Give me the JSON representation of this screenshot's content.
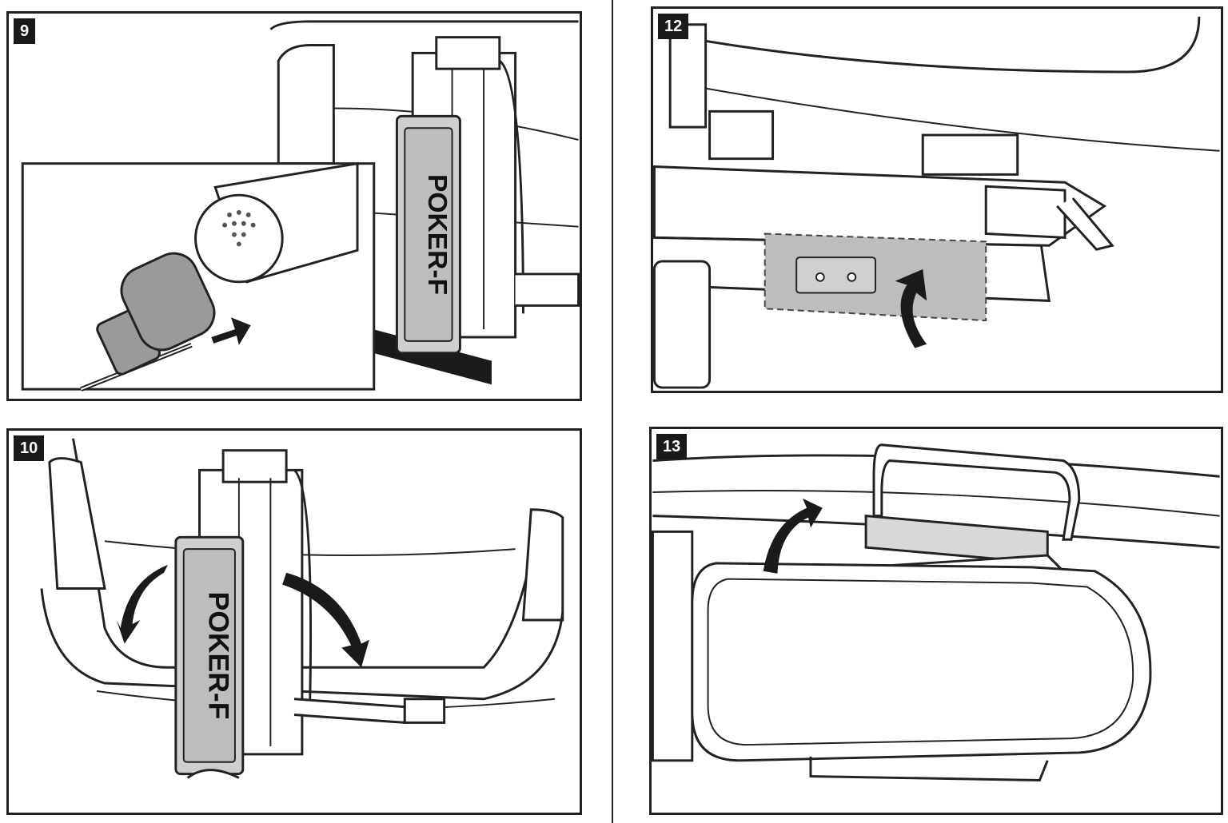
{
  "panels": [
    {
      "step": "9",
      "plate_text": "POKER-F"
    },
    {
      "step": "12"
    },
    {
      "step": "10",
      "plate_text": "POKER-F"
    },
    {
      "step": "13"
    }
  ]
}
